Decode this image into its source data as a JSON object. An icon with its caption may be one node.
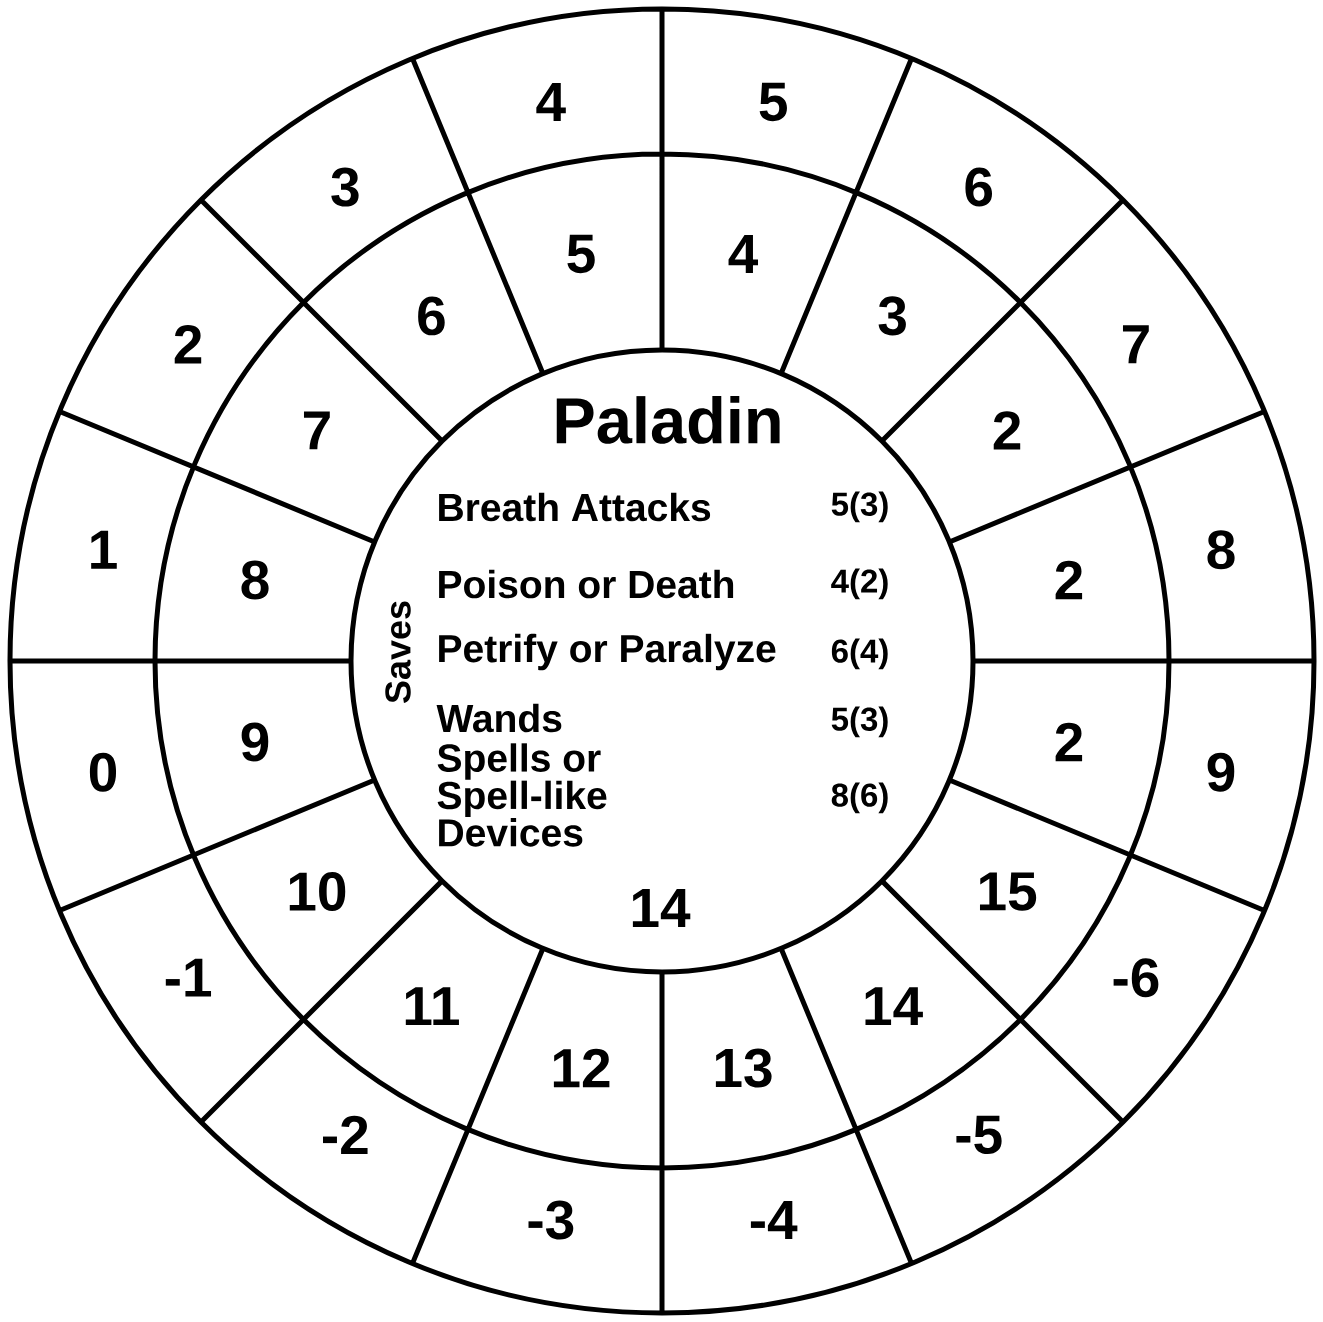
{
  "diagram": {
    "nodes": [
      {
        "text": [
          "Paladin",
          "Saves",
          "Breath Attacks",
          "5(3)",
          "Poison or Death",
          "4(2)",
          "Petrify or Paralyze",
          "6(4)",
          "Wands",
          "5(3)",
          "Spells or Spell-like Devices",
          "8(6)",
          "14"
        ]
      },
      {
        "text": [
          "5"
        ]
      },
      {
        "text": [
          "6"
        ]
      },
      {
        "text": [
          "7"
        ]
      },
      {
        "text": [
          "8"
        ]
      },
      {
        "text": [
          "9"
        ]
      },
      {
        "text": [
          "-6"
        ]
      },
      {
        "text": [
          "-5"
        ]
      },
      {
        "text": [
          "-4"
        ]
      },
      {
        "text": [
          "-3"
        ]
      },
      {
        "text": [
          "-2"
        ]
      },
      {
        "text": [
          "-1"
        ]
      },
      {
        "text": [
          "0"
        ]
      },
      {
        "text": [
          "1"
        ]
      },
      {
        "text": [
          "2"
        ]
      },
      {
        "text": [
          "3"
        ]
      },
      {
        "text": [
          "4"
        ]
      },
      {
        "text": [
          "4"
        ]
      },
      {
        "text": [
          "3"
        ]
      },
      {
        "text": [
          "2"
        ]
      },
      {
        "text": [
          "2"
        ]
      },
      {
        "text": [
          "2"
        ]
      },
      {
        "text": [
          "15"
        ]
      },
      {
        "text": [
          "14"
        ]
      },
      {
        "text": [
          "13"
        ]
      },
      {
        "text": [
          "12"
        ]
      },
      {
        "text": [
          "11"
        ]
      },
      {
        "text": [
          "10"
        ]
      },
      {
        "text": [
          "9"
        ]
      },
      {
        "text": [
          "8"
        ]
      },
      {
        "text": [
          "7"
        ]
      },
      {
        "text": [
          "6"
        ]
      },
      {
        "text": [
          "5"
        ]
      }
    ]
  }
}
